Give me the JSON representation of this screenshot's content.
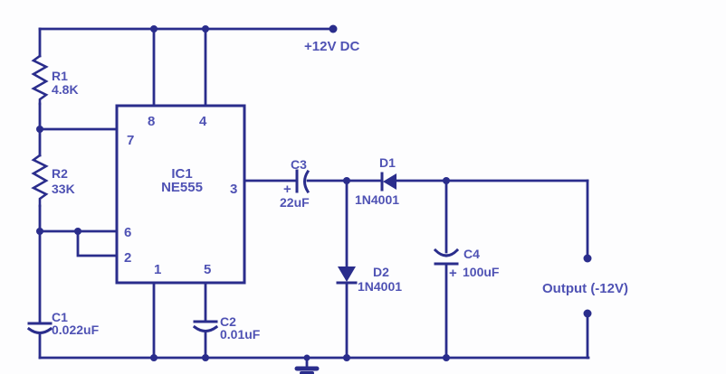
{
  "colors": {
    "wire": "#2a2d8c",
    "label": "#4f52b4",
    "bg": "#fdfdfe"
  },
  "supply": {
    "label": "+12V DC"
  },
  "output": {
    "label": "Output (-12V)"
  },
  "ic1": {
    "ref": "IC1",
    "part": "NE555",
    "pin1": "1",
    "pin2": "2",
    "pin3": "3",
    "pin4": "4",
    "pin5": "5",
    "pin6": "6",
    "pin7": "7",
    "pin8": "8"
  },
  "r1": {
    "ref": "R1",
    "value": "4.8K"
  },
  "r2": {
    "ref": "R2",
    "value": "33K"
  },
  "c1": {
    "ref": "C1",
    "value": "0.022uF"
  },
  "c2": {
    "ref": "C2",
    "value": "0.01uF"
  },
  "c3": {
    "ref": "C3",
    "value": "22uF",
    "polarity": "+"
  },
  "c4": {
    "ref": "C4",
    "value": "100uF",
    "polarity": "+"
  },
  "d1": {
    "ref": "D1",
    "value": "1N4001"
  },
  "d2": {
    "ref": "D2",
    "value": "1N4001"
  }
}
